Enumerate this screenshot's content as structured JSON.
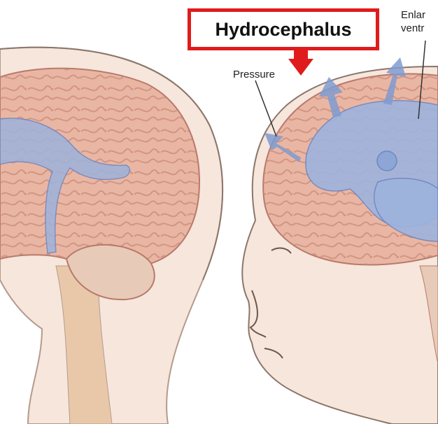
{
  "title": "Hydrocephalus",
  "labels": {
    "pressure": "Pressure",
    "enlarged_line1": "Enlar",
    "enlarged_line2": "ventr"
  },
  "colors": {
    "title_border": "#e01b1b",
    "skin": "#f6e6dc",
    "brain": "#eab6a4",
    "brain_fold": "#c98a78",
    "ventricle": "#9db3dd",
    "arrow": "#7f9bd1"
  }
}
